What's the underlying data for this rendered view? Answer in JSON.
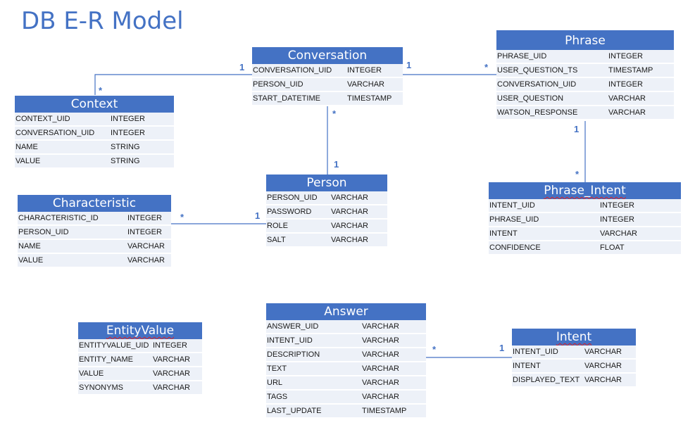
{
  "title": "DB E-R Model",
  "colors": {
    "accent": "#4472C4",
    "row_fill": "#edf1f8",
    "line": "#4472C4"
  },
  "entities": {
    "conversation": {
      "name": "Conversation",
      "fields": [
        {
          "name": "CONVERSATION_UID",
          "type": "INTEGER"
        },
        {
          "name": "PERSON_UID",
          "type": "VARCHAR"
        },
        {
          "name": "START_DATETIME",
          "type": "TIMESTAMP"
        }
      ]
    },
    "phrase": {
      "name": "Phrase",
      "fields": [
        {
          "name": "PHRASE_UID",
          "type": "INTEGER"
        },
        {
          "name": "USER_QUESTION_TS",
          "type": "TIMESTAMP"
        },
        {
          "name": "CONVERSATION_UID",
          "type": "INTEGER"
        },
        {
          "name": "USER_QUESTION",
          "type": "VARCHAR"
        },
        {
          "name": "WATSON_RESPONSE",
          "type": "VARCHAR"
        }
      ]
    },
    "context": {
      "name": "Context",
      "fields": [
        {
          "name": "CONTEXT_UID",
          "type": "INTEGER"
        },
        {
          "name": "CONVERSATION_UID",
          "type": "INTEGER"
        },
        {
          "name": "NAME",
          "type": "STRING"
        },
        {
          "name": "VALUE",
          "type": "STRING"
        }
      ]
    },
    "person": {
      "name": "Person",
      "fields": [
        {
          "name": "PERSON_UID",
          "type": "VARCHAR"
        },
        {
          "name": "PASSWORD",
          "type": "VARCHAR"
        },
        {
          "name": "ROLE",
          "type": "VARCHAR"
        },
        {
          "name": "SALT",
          "type": "VARCHAR"
        }
      ]
    },
    "phrase_intent": {
      "name": "Phrase_Intent",
      "fields": [
        {
          "name": "INTENT_UID",
          "type": "INTEGER"
        },
        {
          "name": "PHRASE_UID",
          "type": "INTEGER"
        },
        {
          "name": "INTENT",
          "type": "VARCHAR"
        },
        {
          "name": "CONFIDENCE",
          "type": "FLOAT"
        }
      ]
    },
    "characteristic": {
      "name": "Characteristic",
      "fields": [
        {
          "name": "CHARACTERISTIC_ID",
          "type": "INTEGER"
        },
        {
          "name": "PERSON_UID",
          "type": "INTEGER"
        },
        {
          "name": "NAME",
          "type": "VARCHAR"
        },
        {
          "name": "VALUE",
          "type": "VARCHAR"
        }
      ]
    },
    "answer": {
      "name": "Answer",
      "fields": [
        {
          "name": "ANSWER_UID",
          "type": "VARCHAR"
        },
        {
          "name": "INTENT_UID",
          "type": "VARCHAR"
        },
        {
          "name": "DESCRIPTION",
          "type": "VARCHAR"
        },
        {
          "name": "TEXT",
          "type": "VARCHAR"
        },
        {
          "name": "URL",
          "type": "VARCHAR"
        },
        {
          "name": "TAGS",
          "type": "VARCHAR"
        },
        {
          "name": "LAST_UPDATE",
          "type": "TIMESTAMP"
        }
      ]
    },
    "entityvalue": {
      "name": "EntityValue",
      "fields": [
        {
          "name": "ENTITYVALUE_UID",
          "type": "INTEGER"
        },
        {
          "name": "ENTITY_NAME",
          "type": "VARCHAR"
        },
        {
          "name": "VALUE",
          "type": "VARCHAR"
        },
        {
          "name": "SYNONYMS",
          "type": "VARCHAR"
        }
      ]
    },
    "intent": {
      "name": "Intent",
      "fields": [
        {
          "name": "INTENT_UID",
          "type": "VARCHAR"
        },
        {
          "name": "INTENT",
          "type": "VARCHAR"
        },
        {
          "name": "DISPLAYED_TEXT",
          "type": "VARCHAR"
        }
      ]
    }
  },
  "relationships": [
    {
      "from": "Context",
      "to": "Conversation",
      "from_label": "*",
      "to_label": "1"
    },
    {
      "from": "Conversation",
      "to": "Phrase",
      "from_label": "1",
      "to_label": "*"
    },
    {
      "from": "Conversation",
      "to": "Person",
      "from_label": "*",
      "to_label": "1"
    },
    {
      "from": "Phrase",
      "to": "Phrase_Intent",
      "from_label": "1",
      "to_label": "*"
    },
    {
      "from": "Characteristic",
      "to": "Person",
      "from_label": "*",
      "to_label": "1"
    },
    {
      "from": "Answer",
      "to": "Intent",
      "from_label": "*",
      "to_label": "1"
    }
  ]
}
